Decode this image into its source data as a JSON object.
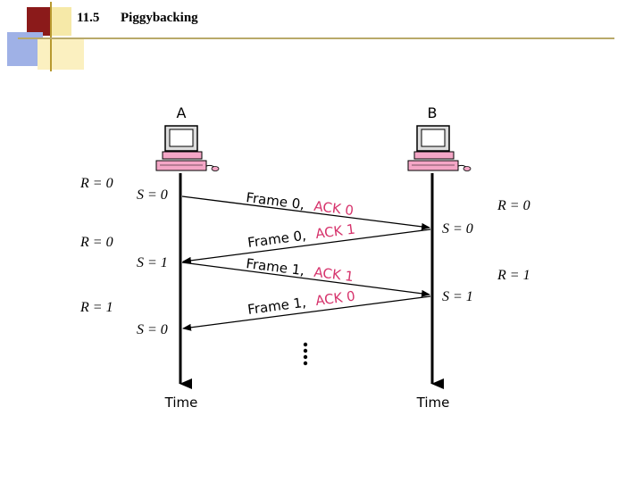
{
  "header": {
    "section_number": "11.5",
    "section_title": "Piggybacking"
  },
  "stations": {
    "left": "A",
    "right": "B"
  },
  "time_label": "Time",
  "left_state_labels": [
    "R = 0",
    "R = 0",
    "R = 1"
  ],
  "sender_labels_a": [
    "S = 0",
    "S = 1",
    "S = 0"
  ],
  "receiver_labels_b": [
    "S = 0",
    "S = 1"
  ],
  "right_state_labels": [
    "R = 0",
    "R = 1"
  ],
  "frames": [
    {
      "frame": "Frame 0,",
      "ack": "ACK 0"
    },
    {
      "frame": "Frame 0,",
      "ack": "ACK 1"
    },
    {
      "frame": "Frame 1,",
      "ack": "ACK 1"
    },
    {
      "frame": "Frame 1,",
      "ack": "ACK 0"
    }
  ],
  "colors": {
    "ack_color": "#d6336c",
    "accent_dark_red": "#8b1a1a",
    "accent_yellow": "#f2e08a",
    "accent_blue": "#93a8e0",
    "terminal_pink": "#f4a6c6"
  }
}
